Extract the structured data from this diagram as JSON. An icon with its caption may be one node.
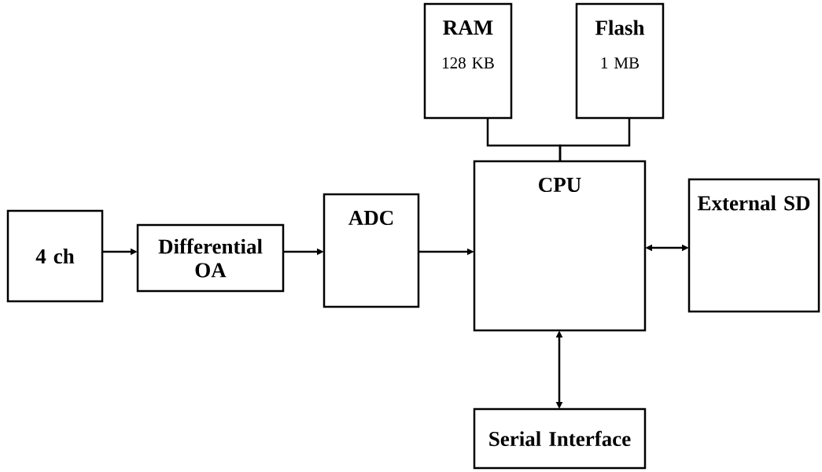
{
  "diagram": {
    "nodes": [
      {
        "text": [
          "RAM",
          "128 KB"
        ]
      },
      {
        "text": [
          "Flash",
          "1 MB"
        ]
      },
      {
        "text": [
          "4 ch"
        ]
      },
      {
        "text": [
          "Differential OA"
        ]
      },
      {
        "text": [
          "ADC"
        ]
      },
      {
        "text": [
          "CPU"
        ]
      },
      {
        "text": [
          "External SD"
        ]
      },
      {
        "text": [
          "Serial Interface"
        ]
      }
    ],
    "edges": [
      {
        "from": 0,
        "to": 5,
        "arrow": "none"
      },
      {
        "from": 1,
        "to": 5,
        "arrow": "none"
      },
      {
        "from": 2,
        "to": 3,
        "arrow": "to"
      },
      {
        "from": 3,
        "to": 4,
        "arrow": "to"
      },
      {
        "from": 4,
        "to": 5,
        "arrow": "to"
      },
      {
        "from": 5,
        "to": 6,
        "arrow": "both"
      },
      {
        "from": 5,
        "to": 7,
        "arrow": "both"
      }
    ]
  }
}
